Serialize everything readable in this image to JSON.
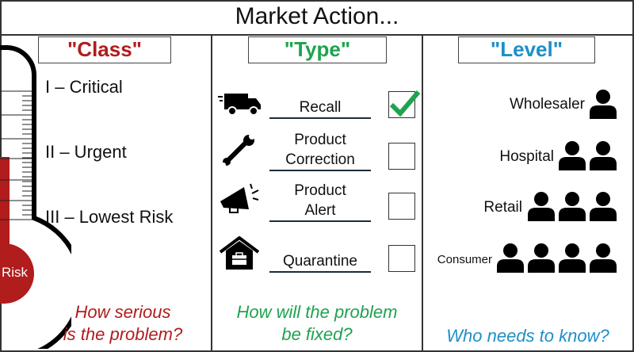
{
  "title": "Market Action...",
  "colors": {
    "class": "#b11c1c",
    "type": "#1ea34e",
    "level": "#1e8fc8"
  },
  "class": {
    "header": "\"Class\"",
    "items": [
      "I – Critical",
      "II – Urgent",
      "III – Lowest Risk"
    ],
    "bulb_label": "Risk",
    "question": [
      "How serious",
      "is the problem?"
    ]
  },
  "type": {
    "header": "\"Type\"",
    "items": [
      {
        "icon": "truck-icon",
        "label": "Recall",
        "checked": true
      },
      {
        "icon": "wrench-icon",
        "label": "Product Correction",
        "checked": false
      },
      {
        "icon": "megaphone-icon",
        "label": "Product Alert",
        "checked": false
      },
      {
        "icon": "house-toolbox-icon",
        "label": "Quarantine",
        "checked": false
      }
    ],
    "question": [
      "How will the problem",
      "be fixed?"
    ]
  },
  "level": {
    "header": "\"Level\"",
    "items": [
      {
        "label": "Wholesaler",
        "people": 1
      },
      {
        "label": "Hospital",
        "people": 2
      },
      {
        "label": "Retail",
        "people": 3
      },
      {
        "label": "Consumer",
        "people": 4
      }
    ],
    "question": "Who needs to know?"
  }
}
